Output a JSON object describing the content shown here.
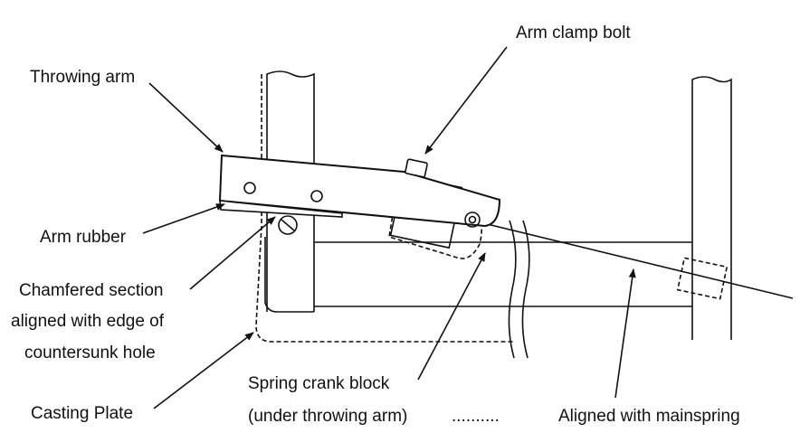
{
  "labels": {
    "throwing_arm": "Throwing arm",
    "arm_clamp_bolt": "Arm clamp bolt",
    "arm_rubber": "Arm rubber",
    "chamfered_1": "Chamfered section",
    "chamfered_2": "aligned with edge of",
    "chamfered_3": "countersunk hole",
    "casting_plate": "Casting Plate",
    "spring_crank_1": "Spring crank block",
    "spring_crank_2": "(under throwing arm)",
    "leader_dots": "..........",
    "aligned": "Aligned with mainspring"
  }
}
